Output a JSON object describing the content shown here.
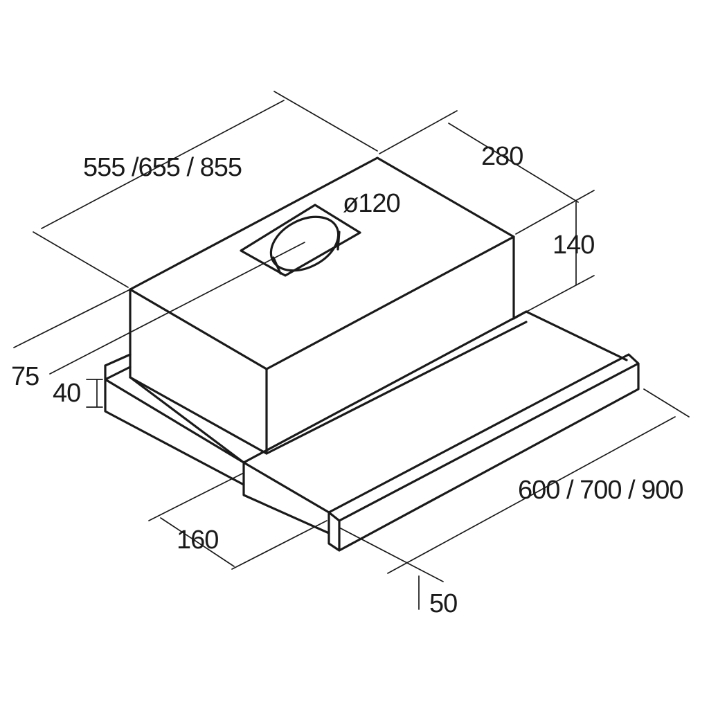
{
  "colors": {
    "line": "#1a1a1a",
    "background": "#ffffff"
  },
  "dimensions": {
    "width_options": "555 /655 / 855",
    "depth": "280",
    "duct_diameter": "ø120",
    "body_height": "140",
    "front_depth": "75",
    "slide_height": "40",
    "slide_depth": "160",
    "overall_width": "600 / 700 / 900",
    "handle_depth": "50"
  }
}
